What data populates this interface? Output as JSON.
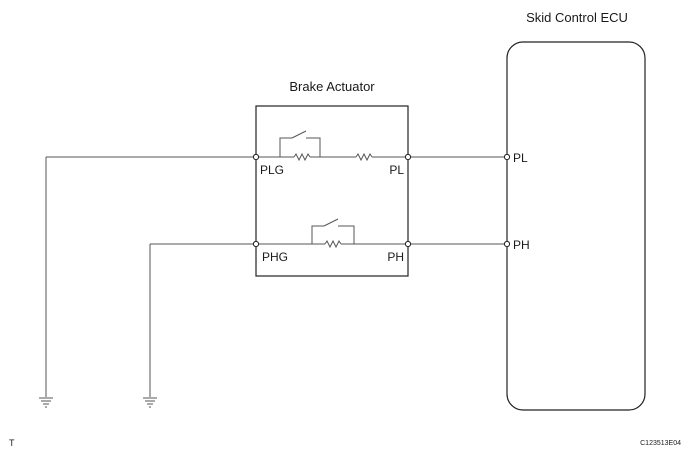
{
  "ecu": {
    "title": "Skid Control ECU"
  },
  "actuator": {
    "title": "Brake Actuator"
  },
  "terminals": {
    "plg": "PLG",
    "pl_actuator": "PL",
    "phg": "PHG",
    "ph_actuator": "PH",
    "pl_ecu": "PL",
    "ph_ecu": "PH"
  },
  "footer": {
    "left_mark": "T",
    "figure_code": "C123513E04"
  }
}
